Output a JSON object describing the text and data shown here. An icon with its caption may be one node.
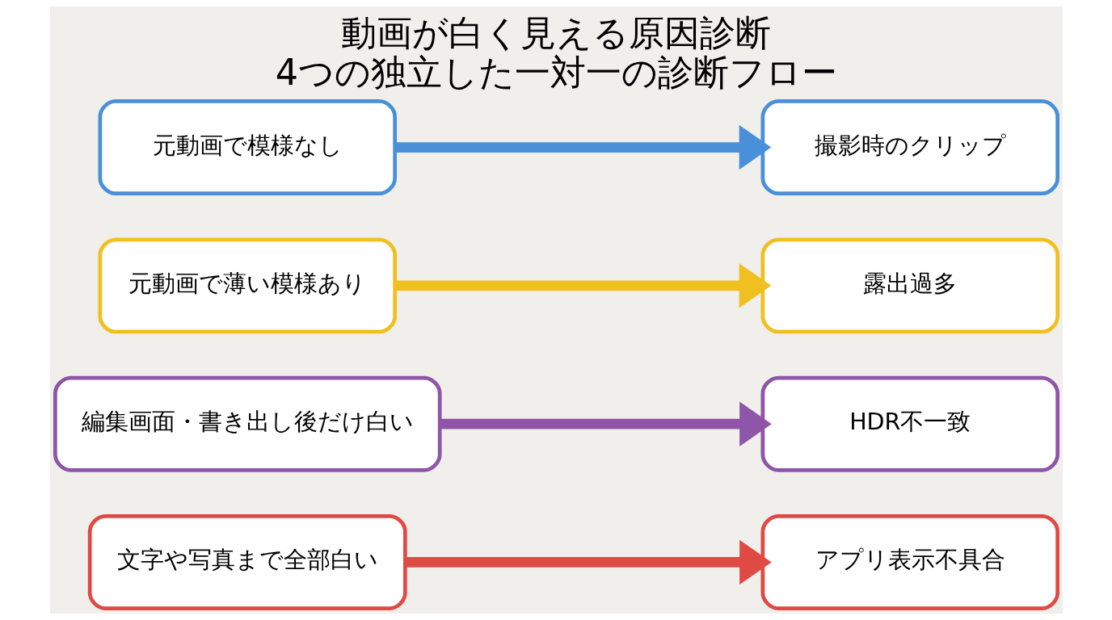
{
  "diagram": {
    "title": "動画が白く見える原因診断",
    "caption": "4つの独立した一対一の診断フロー",
    "nodes": [
      {
        "text": [
          "元動画で模様なし"
        ]
      },
      {
        "text": [
          "撮影時のクリップ"
        ]
      },
      {
        "text": [
          "元動画で薄い模様あり"
        ]
      },
      {
        "text": [
          "露出過多"
        ]
      },
      {
        "text": [
          "編集画面・書き出し後だけ白い"
        ]
      },
      {
        "text": [
          "HDR不一致"
        ]
      },
      {
        "text": [
          "文字や写真まで全部白い"
        ]
      },
      {
        "text": [
          "アプリ表示不具合"
        ]
      }
    ],
    "edges": [
      {
        "from": 0,
        "to": 1,
        "arrow": "to",
        "color": "#4a90d9"
      },
      {
        "from": 2,
        "to": 3,
        "arrow": "to",
        "color": "#f0c020"
      },
      {
        "from": 4,
        "to": 5,
        "arrow": "to",
        "color": "#8e55a8"
      },
      {
        "from": 6,
        "to": 7,
        "arrow": "to",
        "color": "#e04a44"
      }
    ]
  }
}
